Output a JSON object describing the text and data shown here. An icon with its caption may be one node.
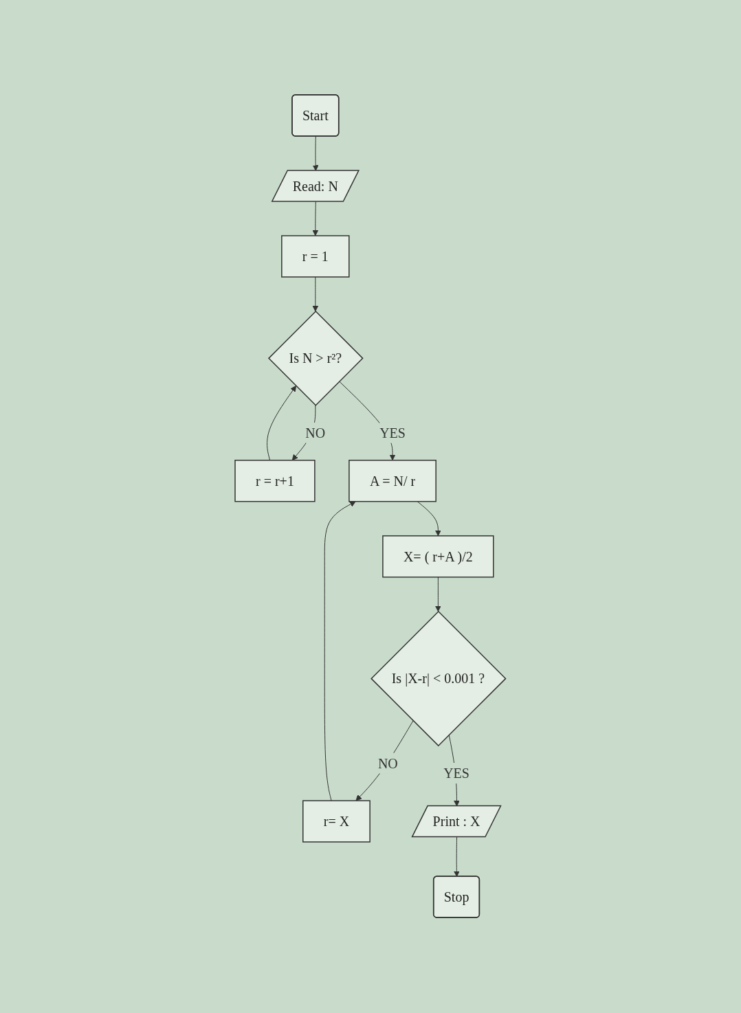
{
  "diagram": {
    "nodes": [
      {
        "text": [
          "Start"
        ]
      },
      {
        "text": [
          "Read: N"
        ]
      },
      {
        "text": [
          "r = 1"
        ]
      },
      {
        "text": [
          "Is N > r²?"
        ]
      },
      {
        "text": [
          "r = r+1"
        ]
      },
      {
        "text": [
          "A = N/ r"
        ]
      },
      {
        "text": [
          "X= ( r+A )/2"
        ]
      },
      {
        "text": [
          "Is |X-r| < 0.001 ?"
        ]
      },
      {
        "text": [
          "r= X"
        ]
      },
      {
        "text": [
          "Print : X"
        ]
      },
      {
        "text": [
          "Stop"
        ]
      }
    ],
    "edges": [
      {
        "from": 0,
        "to": 1,
        "arrow": "to"
      },
      {
        "from": 1,
        "to": 2,
        "arrow": "to"
      },
      {
        "from": 2,
        "to": 3,
        "arrow": "to"
      },
      {
        "from": 3,
        "to": 4,
        "label": "NO",
        "arrow": "to"
      },
      {
        "from": 4,
        "to": 3,
        "arrow": "to"
      },
      {
        "from": 3,
        "to": 5,
        "label": "YES",
        "arrow": "to"
      },
      {
        "from": 5,
        "to": 6,
        "arrow": "to"
      },
      {
        "from": 6,
        "to": 7,
        "arrow": "to"
      },
      {
        "from": 7,
        "to": 8,
        "label": "NO",
        "arrow": "to"
      },
      {
        "from": 8,
        "to": 5,
        "arrow": "to"
      },
      {
        "from": 7,
        "to": 9,
        "label": "YES",
        "arrow": "to"
      },
      {
        "from": 9,
        "to": 10,
        "arrow": "to"
      }
    ]
  }
}
